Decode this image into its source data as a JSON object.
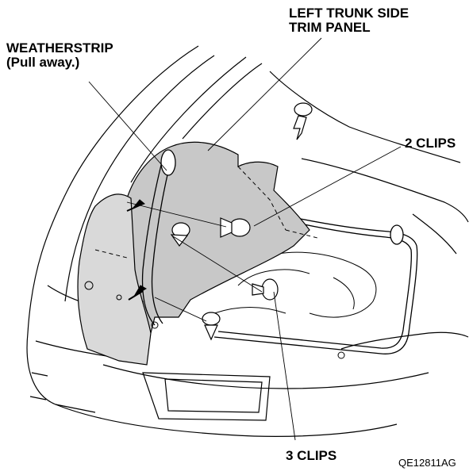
{
  "labels": {
    "weatherstrip_line1": "WEATHERSTRIP",
    "weatherstrip_line2": "(Pull away.)",
    "trim_panel_line1": "LEFT TRUNK SIDE",
    "trim_panel_line2": "TRIM PANEL",
    "two_clips": "2 CLIPS",
    "three_clips": "3 CLIPS",
    "figure_code": "QE12811AG"
  },
  "colors": {
    "line": "#000000",
    "panel_fill": "#c8c8c8",
    "panel_fill_light": "#d9d9d9",
    "body_fill": "#ffffff"
  }
}
